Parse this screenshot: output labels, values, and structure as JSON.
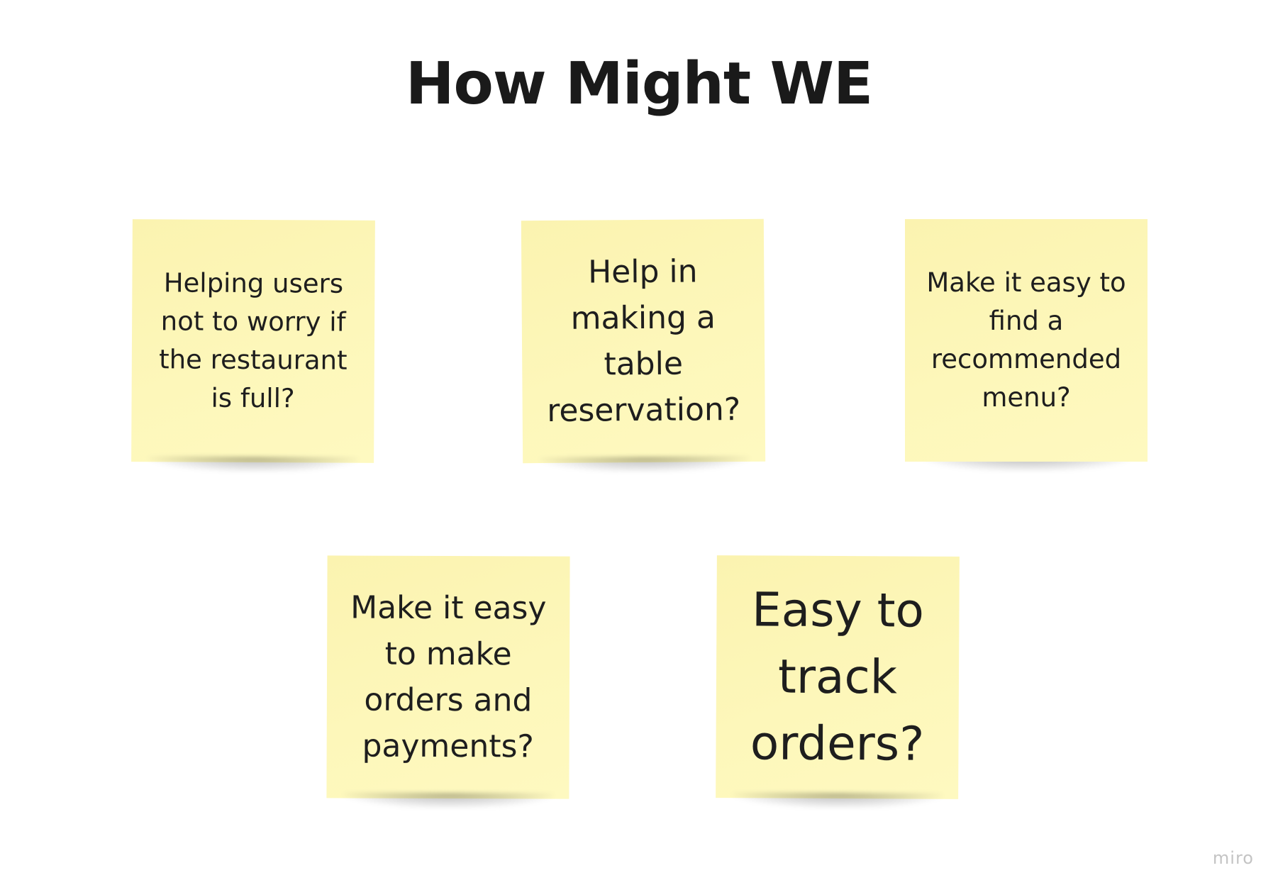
{
  "board": {
    "title": "How Might WE",
    "notes": [
      {
        "text": "Helping users\nnot to worry if\nthe restaurant\nis full?"
      },
      {
        "text": "Help in\nmaking a\ntable\nreservation?"
      },
      {
        "text": "Make it easy to\nfind a\nrecommended\nmenu?"
      },
      {
        "text": "Make it easy\nto make\norders and\npayments?"
      },
      {
        "text": "Easy to\ntrack\norders?"
      }
    ],
    "note_color": "#fdf6b8"
  },
  "watermark": "miro"
}
